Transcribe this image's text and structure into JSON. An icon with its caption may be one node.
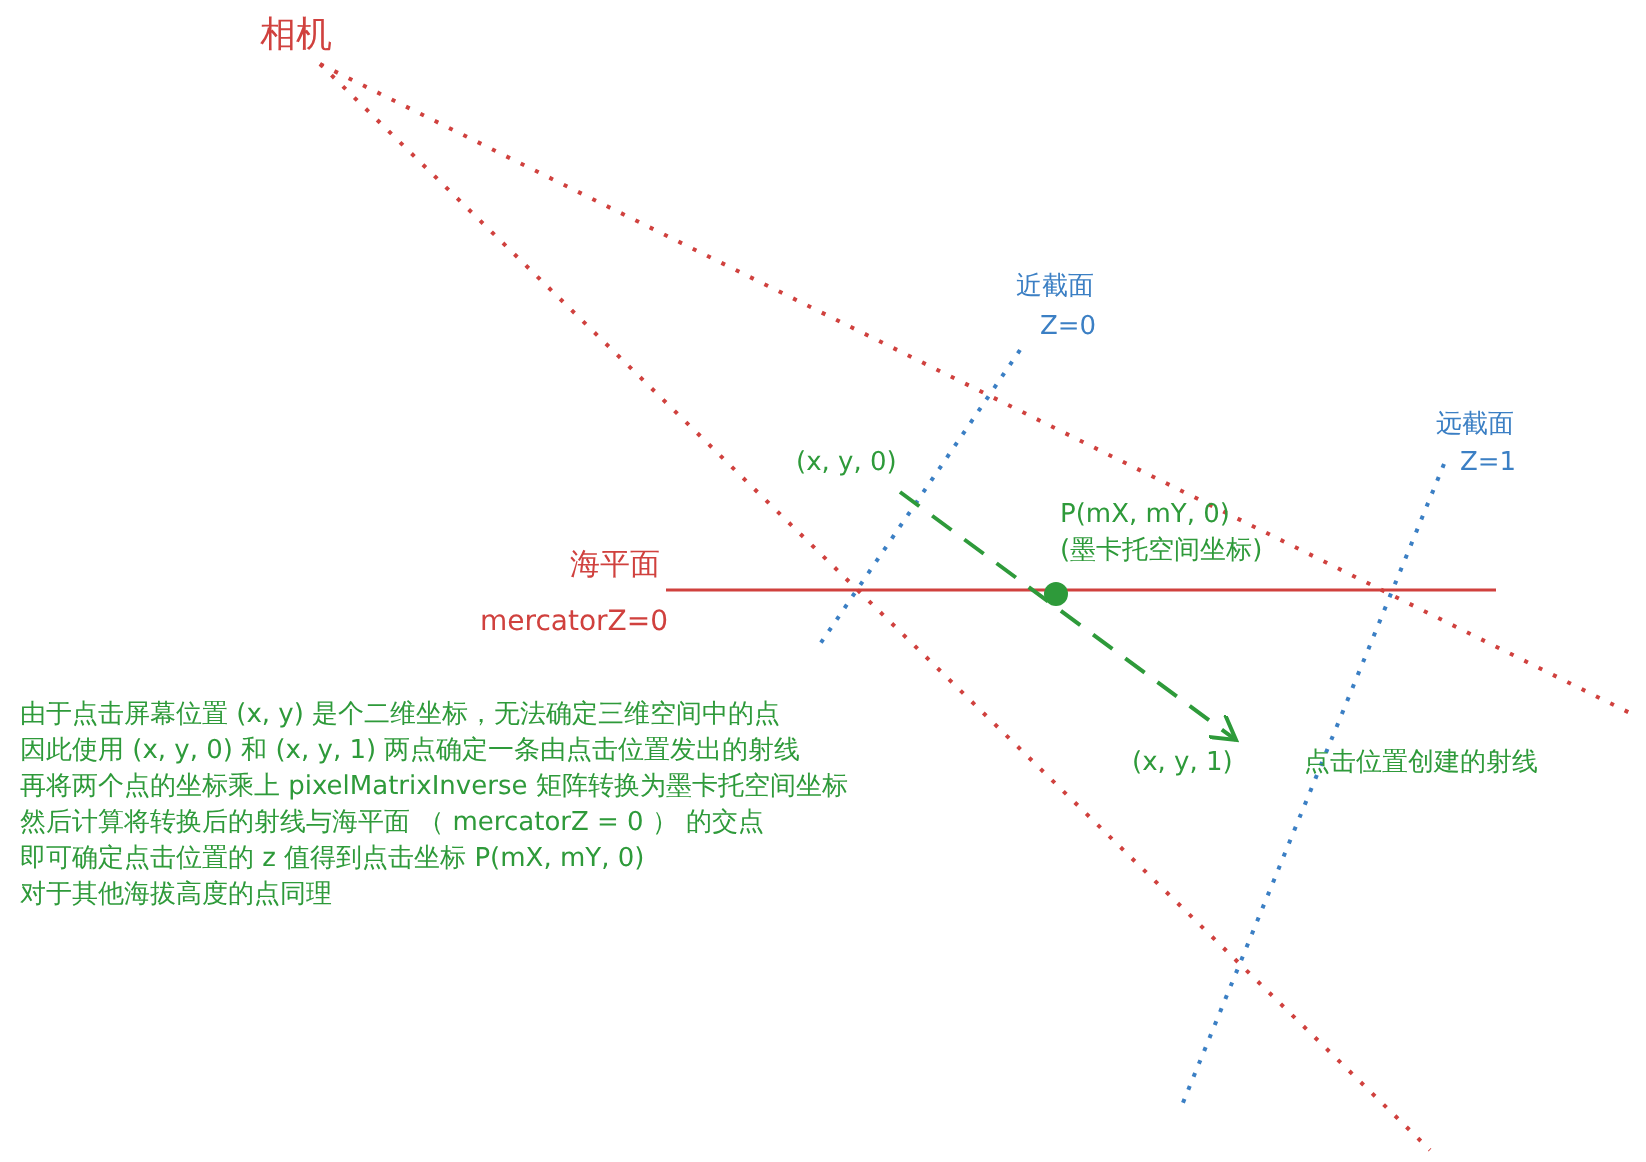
{
  "diagram": {
    "nodes": [
      {
        "text": [
          "(x, y, 0)"
        ]
      },
      {
        "text": [
          "(x, y, 1)"
        ]
      }
    ],
    "edges": [
      {
        "from": 0,
        "to": 1,
        "arrow": "to",
        "style": "dashed"
      }
    ],
    "labels": [
      "相机",
      "近截面",
      "Z=0",
      "远截面",
      "Z=1",
      "P(mX, mY, 0)",
      "(墨卡托空间坐标)",
      "海平面",
      "mercatorZ=0",
      "由于点击屏幕位置 (x, y) 是个二维坐标，无法确定三维空间中的点",
      "因此使用 (x, y, 0) 和 (x, y, 1) 两点确定一条由点击位置发出的射线",
      "再将两个点的坐标乘上 pixelMatrixInverse 矩阵转换为墨卡托空间坐标",
      "然后计算将转换后的射线与海平面 （ mercatorZ = 0 ） 的交点",
      "即可确定点击位置的 z 值得到点击坐标 P(mX, mY, 0)",
      "对于其他海拔高度的点同理",
      "点击位置创建的射线"
    ]
  }
}
